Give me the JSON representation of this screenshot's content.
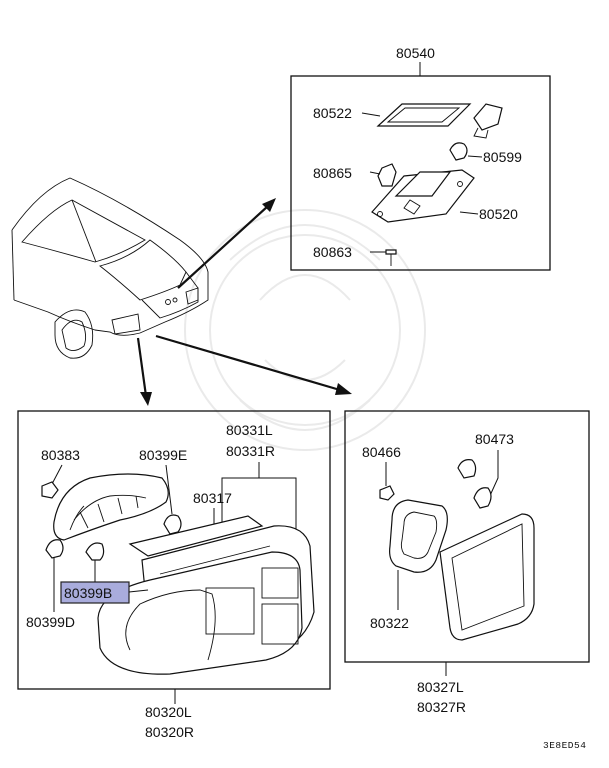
{
  "diagram_code": "3E8ED54",
  "highlight_color": "#a9acdc",
  "labels": {
    "p80540": "80540",
    "p80522": "80522",
    "p80599": "80599",
    "p80865": "80865",
    "p80520": "80520",
    "p80863": "80863",
    "p80383": "80383",
    "p80399E": "80399E",
    "p80331L": "80331L",
    "p80331R": "80331R",
    "p80317": "80317",
    "p80399B": "80399B",
    "p80399D": "80399D",
    "p80320L": "80320L",
    "p80320R": "80320R",
    "p80466": "80466",
    "p80473": "80473",
    "p80322": "80322",
    "p80327L": "80327L",
    "p80327R": "80327R"
  }
}
